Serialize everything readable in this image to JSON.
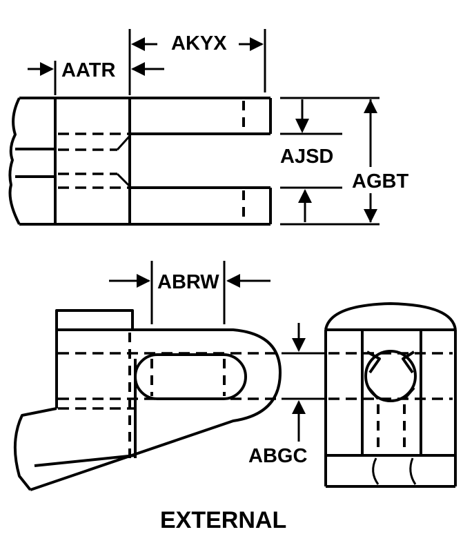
{
  "labels": {
    "akyx": "AKYX",
    "aatr": "AATR",
    "ajsd": "AJSD",
    "agbt": "AGBT",
    "abrw": "ABRW",
    "abgc": "ABGC",
    "caption": "EXTERNAL"
  }
}
